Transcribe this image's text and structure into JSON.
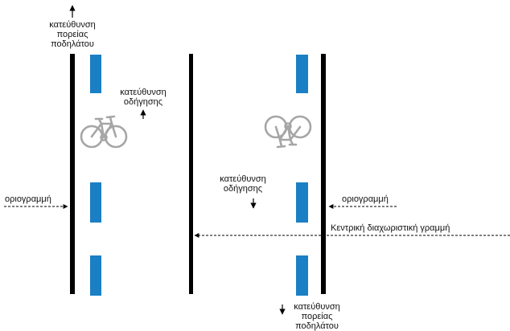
{
  "labels": {
    "bike_dir_top": [
      "κατεύθυνση",
      "πορείας",
      "ποδηλάτου"
    ],
    "drive_dir_left": [
      "κατεύθυνση",
      "οδήγησης"
    ],
    "drive_dir_right": [
      "κατεύθυνση",
      "οδήγησης"
    ],
    "border_left": "οριογραμμή",
    "border_right": "οριογραμμή",
    "center_line": "Κεντρική διαχωριστική γραμμή",
    "bike_dir_bottom": [
      "κατεύθυνση",
      "πορείας",
      "ποδηλάτου"
    ]
  },
  "colors": {
    "lane_marking": "#1a7fc4",
    "border_line": "#000000",
    "bicycle": "#a6a6a6",
    "arrow": "#000000"
  },
  "icons": {
    "bicycle_left": "bicycle-icon",
    "bicycle_right": "bicycle-icon-upside-down"
  }
}
